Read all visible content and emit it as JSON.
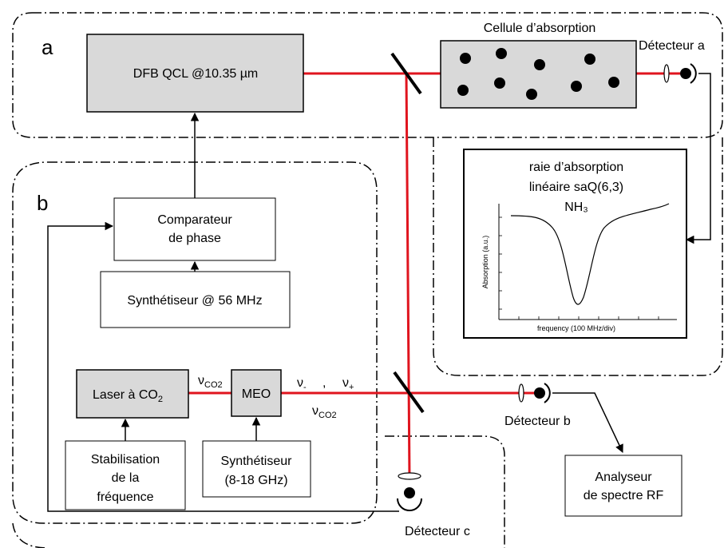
{
  "section_labels": {
    "a": "a",
    "b": "b"
  },
  "boxes": {
    "dfb_qcl": "DFB QCL @10.35 µm",
    "cell": "Cellule d’absorption",
    "comparator_line1": "Comparateur",
    "comparator_line2": "de phase",
    "synth56": "Synthétiseur @ 56 MHz",
    "laser_co2_text": "Laser à CO",
    "laser_co2_sub": "2",
    "meo": "MEO",
    "stab_line1": "Stabilisation",
    "stab_line2": "de la",
    "stab_line3": "fréquence",
    "synth_ghz_line1": "Synthétiseur",
    "synth_ghz_line2": "(8-18 GHz)",
    "rf_line1": "Analyseur",
    "rf_line2": "de spectre RF"
  },
  "detectors": {
    "a": "Détecteur a",
    "b": "Détecteur b",
    "c": "Détecteur c"
  },
  "beam_labels": {
    "nu_co2": "ν",
    "nu_co2_sub": "CO2",
    "nu_minus": "ν",
    "nu_minus_sub": "-",
    "comma": ",",
    "nu_plus": "ν",
    "nu_plus_sub": "+",
    "nu_co2_out": "ν",
    "nu_co2_out_sub": "CO2"
  },
  "inset": {
    "title_line1": "raie d’absorption",
    "title_line2": "linéaire saQ(6,3)",
    "title_line3": "NH₃",
    "ylabel": "Absorption (a.u.)",
    "xlabel": "frequency (100 MHz/div)"
  },
  "colors": {
    "laser_beam": "#e0141e",
    "box_fill_gray": "#d9d9d9",
    "line": "#000000"
  }
}
